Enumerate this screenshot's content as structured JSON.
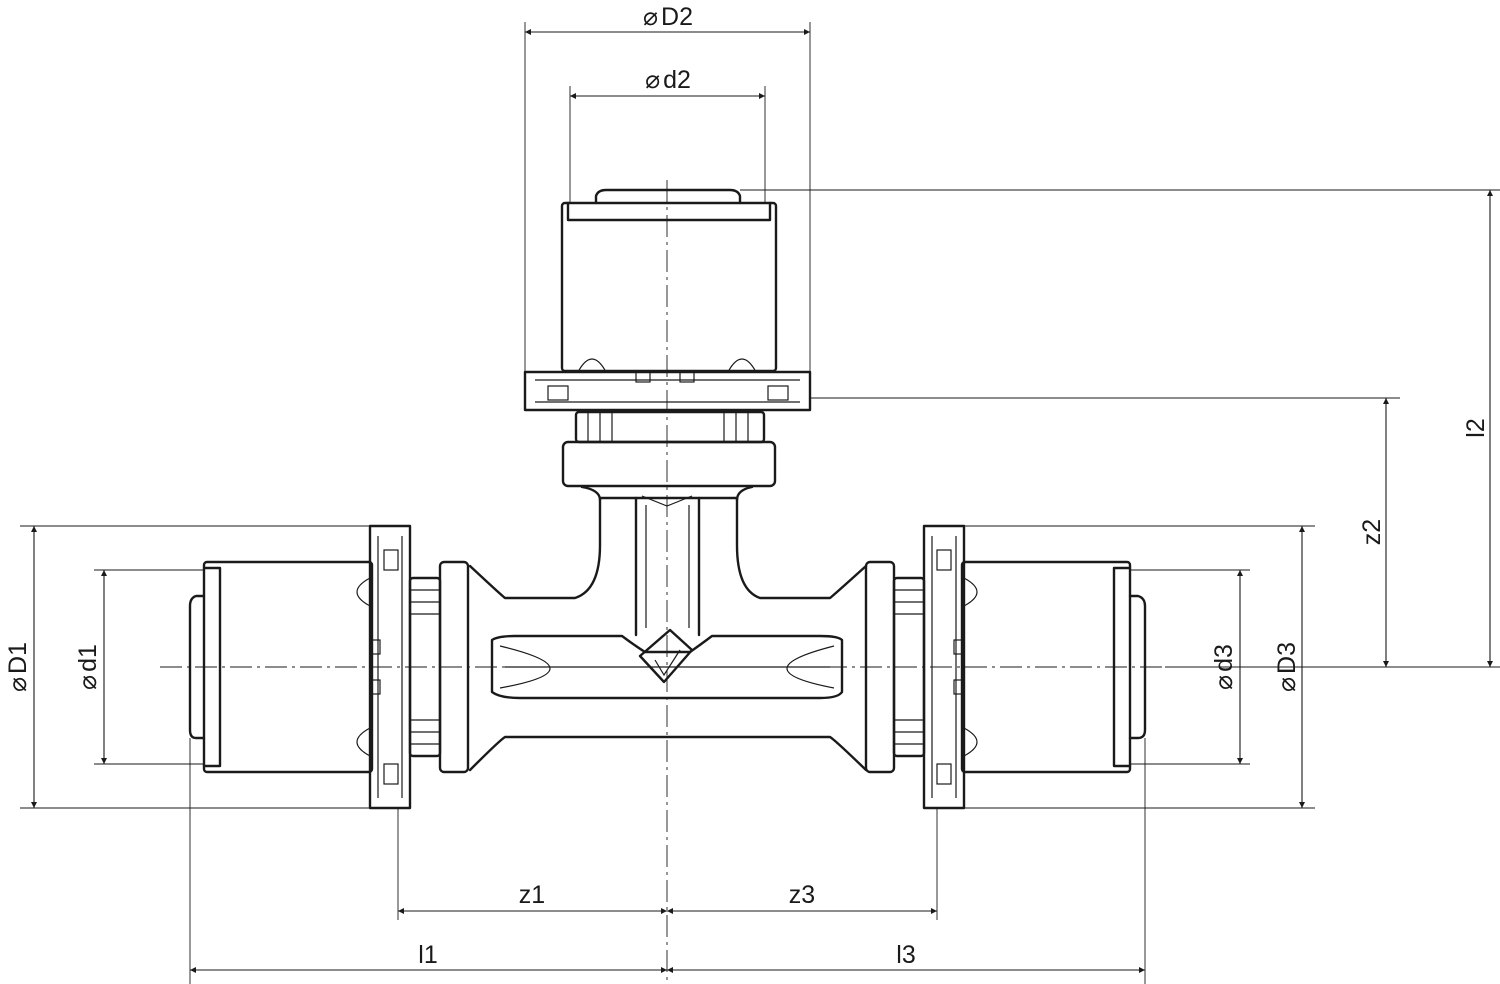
{
  "dimensions": {
    "D2": "D2",
    "d2": "d2",
    "D1": "D1",
    "d1": "d1",
    "d3": "d3",
    "D3": "D3",
    "l2": "l2",
    "z2": "z2",
    "z1": "z1",
    "z3": "z3",
    "l1": "l1",
    "l3": "l3",
    "diameter_symbol": "⌀"
  }
}
